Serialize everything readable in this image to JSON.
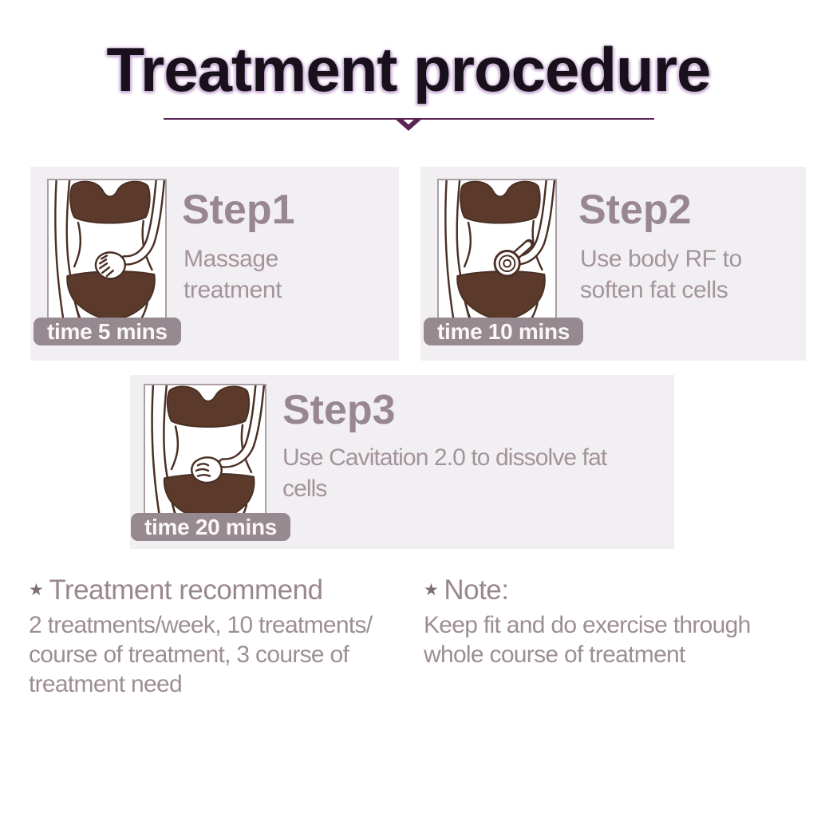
{
  "title": "Treatment procedure",
  "steps": [
    {
      "name": "Step1",
      "desc_lines": [
        "Massage",
        "treatment"
      ],
      "time": "time 5 mins"
    },
    {
      "name": "Step2",
      "desc_lines": [
        "Use body RF to",
        "soften fat cells"
      ],
      "time": "time 10 mins"
    },
    {
      "name": "Step3",
      "desc_lines": [
        "Use Cavitation 2.0 to dissolve fat",
        "cells"
      ],
      "time": "time 20 mins"
    }
  ],
  "footer": {
    "recommend": {
      "bullet": "★",
      "heading": "Treatment recommend",
      "lines": [
        "2 treatments/week, 10 treatments/",
        "course of treatment, 3 course of",
        "treatment need"
      ]
    },
    "note": {
      "bullet": "★",
      "heading": "Note:",
      "lines": [
        "Keep fit and do exercise through",
        "whole course of treatment"
      ]
    }
  },
  "icons": {
    "divider_chevron": "chevron-down",
    "step1_figure": "torso-massage-hand",
    "step2_figure": "torso-rf-device",
    "step3_figure": "torso-cavitation-hand",
    "bullet": "star"
  },
  "colors": {
    "card_bg": "#f2eff2",
    "step_title": "#998790",
    "step_desc": "#a2949a",
    "badge_bg": "#978990",
    "badge_text": "#faf7f5",
    "divider": "#5c2355",
    "title_ink": "#18101a",
    "title_glow": "#cdb4d8",
    "body_outline": "#4a3025",
    "body_fill": "#5b3a2b",
    "foot_head": "#998790",
    "foot_body": "#9c8e94",
    "star": "#7e6d75"
  }
}
